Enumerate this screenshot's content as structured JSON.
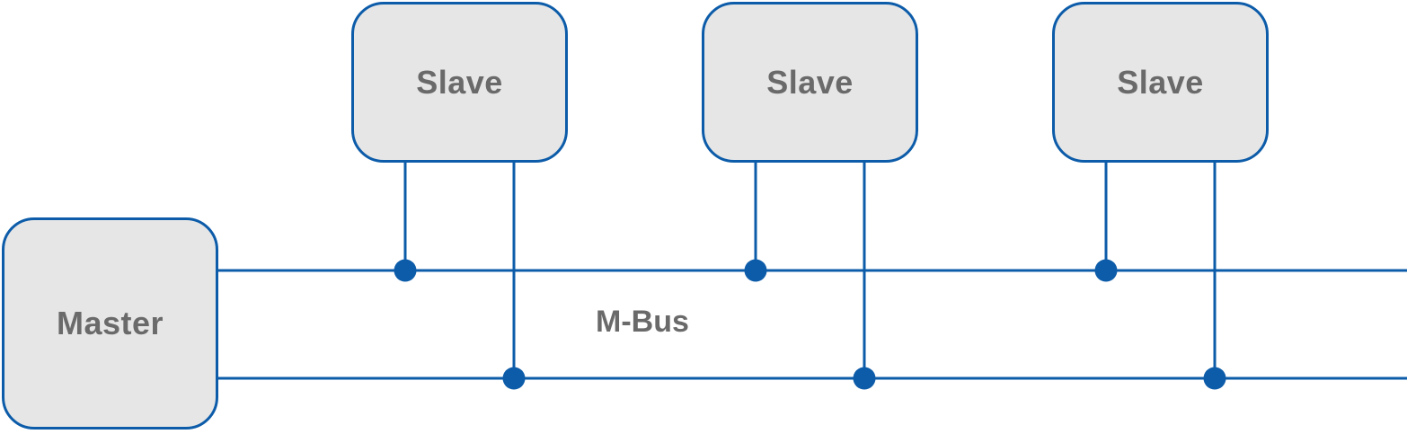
{
  "nodes": {
    "master": {
      "label": "Master"
    },
    "slaves": [
      {
        "label": "Slave"
      },
      {
        "label": "Slave"
      },
      {
        "label": "Slave"
      }
    ]
  },
  "bus": {
    "label": "M-Bus"
  },
  "colors": {
    "accent": "#0d5ca9",
    "node_fill": "#e6e6e6",
    "label_text": "#6a6a6a",
    "background": "#ffffff"
  }
}
